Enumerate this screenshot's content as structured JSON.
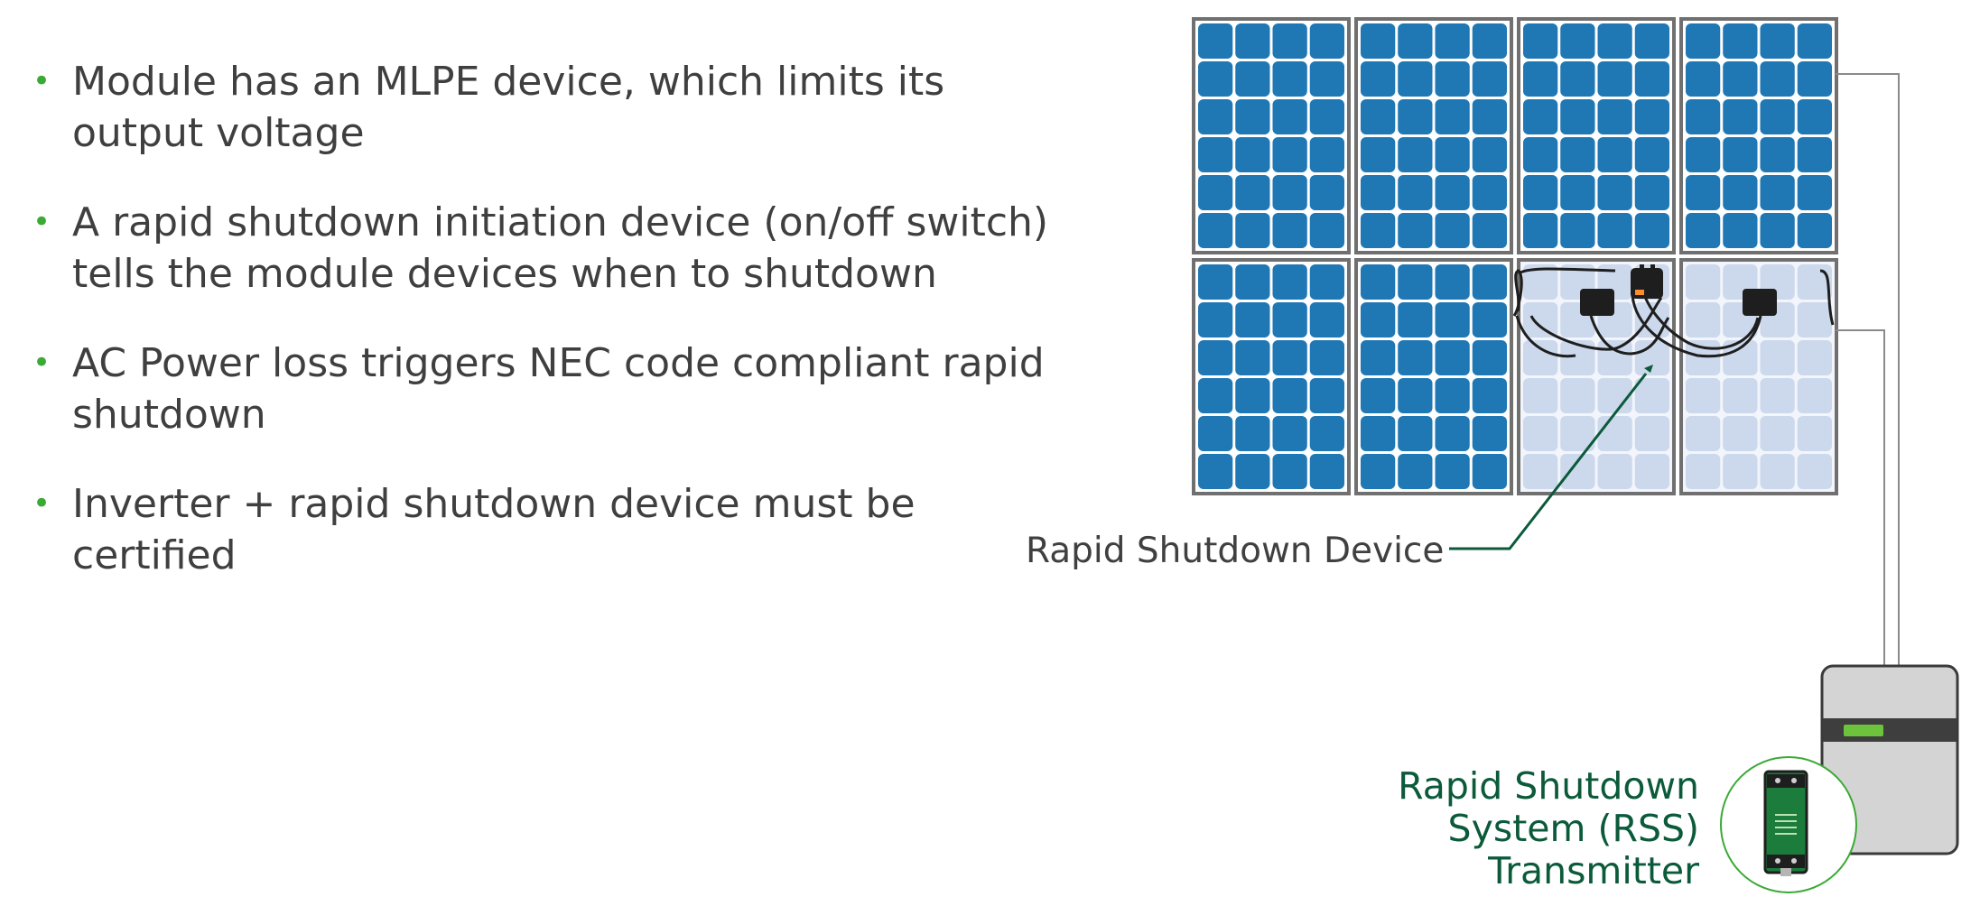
{
  "bullets": [
    "Module has an MLPE device, which limits its output voltage",
    "A rapid shutdown initiation device (on/off switch) tells the module devices when to shutdown",
    "AC Power loss triggers NEC code compliant rapid shutdown",
    "Inverter + rapid shutdown device must be certified"
  ],
  "labels": {
    "rapid_shutdown_device": "Rapid Shutdown Device",
    "rss_line1": "Rapid Shutdown",
    "rss_line2": "System (RSS)",
    "rss_line3": "Transmitter"
  },
  "colors": {
    "bullet": "#3aaa35",
    "text": "#3f3f3f",
    "accent_green": "#0b5a3a",
    "panel_cell": "#1f77b4",
    "panel_cell_faded": "#ccd8ec",
    "panel_frame": "#707070"
  },
  "panel_array": {
    "rows": 2,
    "modules_per_row": 4,
    "cells_per_module": [
      4,
      6
    ],
    "modules_with_device_shown": 2
  }
}
